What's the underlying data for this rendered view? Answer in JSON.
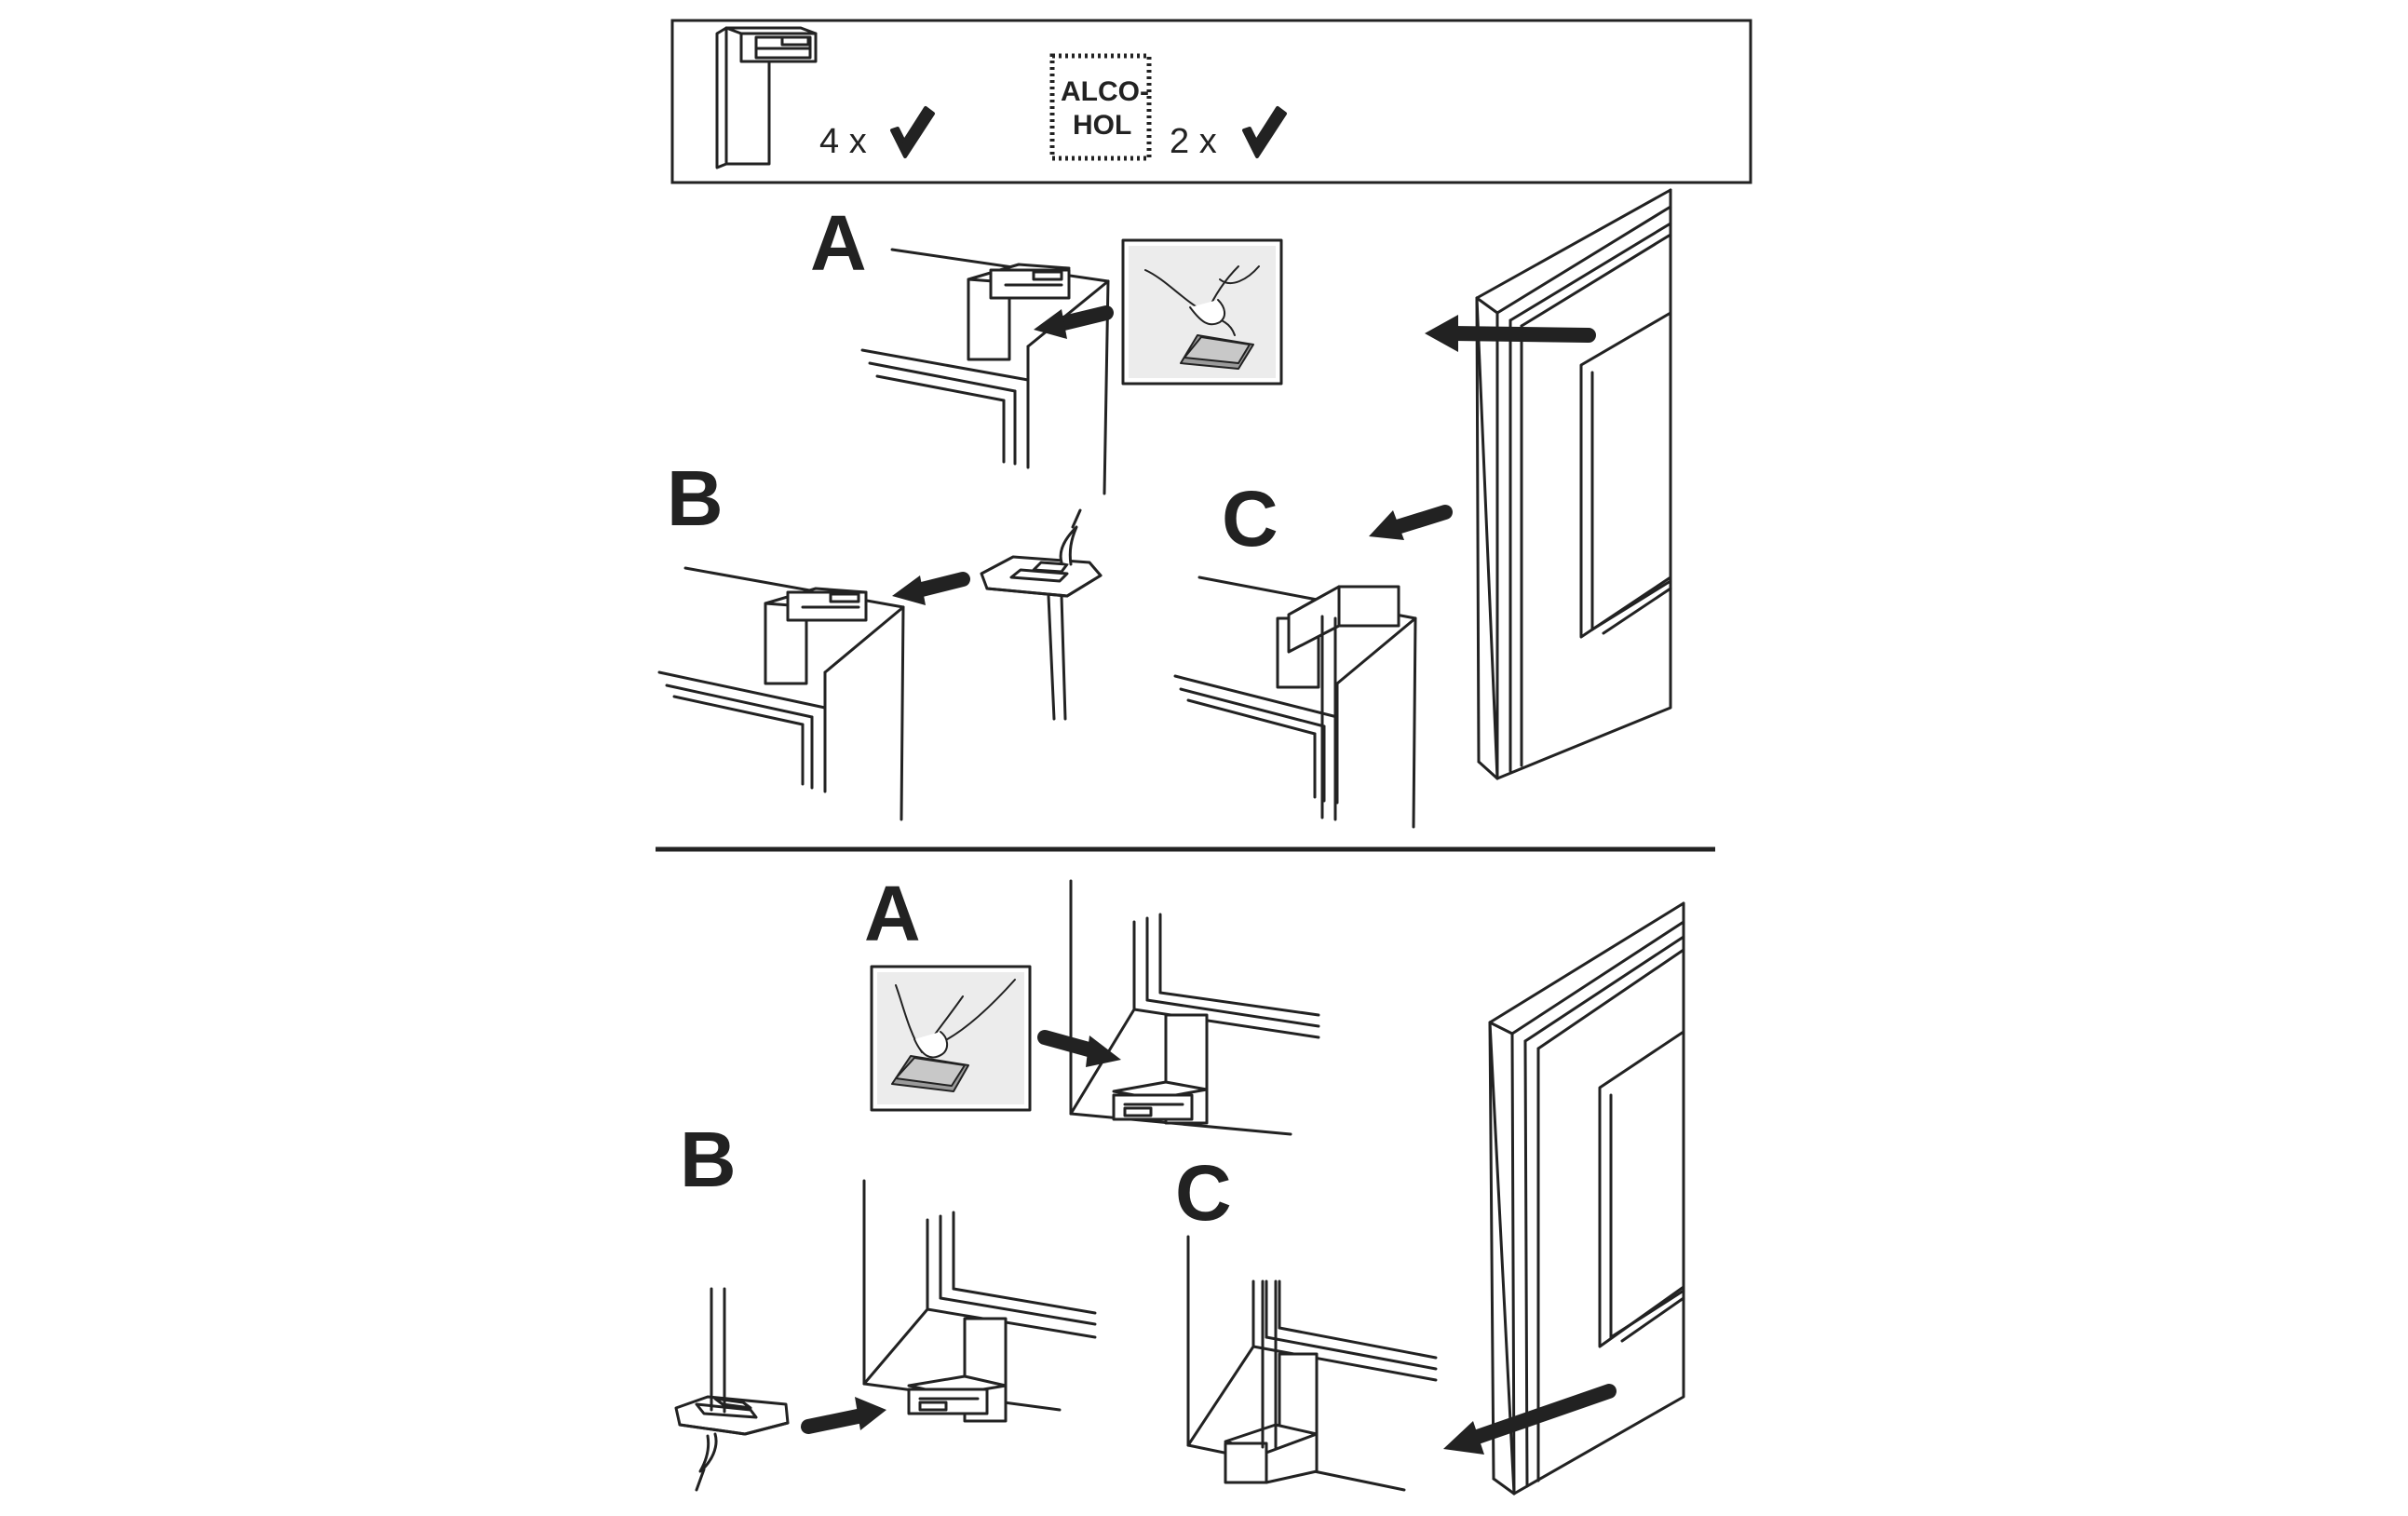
{
  "parts_box": {
    "clip_quantity": "4 x",
    "clip_check_icon": "check-mark-icon",
    "alcohol_wipe_label_line1": "ALCO-",
    "alcohol_wipe_label_line2": "HOL",
    "wipe_quantity": "2 x",
    "wipe_check_icon": "check-mark-icon"
  },
  "top_section": {
    "step_a": "A",
    "step_b": "B",
    "step_c": "C"
  },
  "bottom_section": {
    "step_a": "A",
    "step_b": "B",
    "step_c": "C"
  },
  "colors": {
    "line": "#222222",
    "inset_fill": "#c8c8c8",
    "inset_shadow": "#9a9a9a",
    "background": "#ffffff"
  }
}
